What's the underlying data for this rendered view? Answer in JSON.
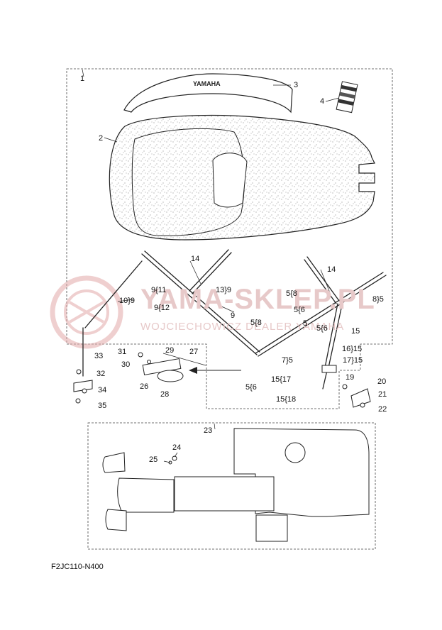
{
  "diagram_code": "F2JC110-N400",
  "logo_text": "YAMAHA",
  "watermark": {
    "site": "YAMA-SKLEP.PL",
    "dealer": "WOJCIECHOWICZ DEALER YAMAHA"
  },
  "labels": {
    "l1": "1",
    "l2": "2",
    "l3": "3",
    "l4": "4",
    "l14a": "14",
    "l14b": "14",
    "l9_11": "9{11",
    "l13_9": "13}9",
    "l9_12": "9{12",
    "l9": "9",
    "l10_9": "10}9",
    "l5_8a": "5{8",
    "l8_5": "8}5",
    "l5_6a": "5{6",
    "l5_8b": "5{8",
    "l5": "5",
    "l5_6b": "5{6",
    "l15": "15",
    "l16_15": "16}15",
    "l17_15": "17}15",
    "l7_5": "7}5",
    "l5_6c": "5{6",
    "l15_17": "15{17",
    "l15_18": "15{18",
    "l19": "19",
    "l20": "20",
    "l21": "21",
    "l22": "22",
    "l23": "23",
    "l24": "24",
    "l25": "25",
    "l26": "26",
    "l27": "27",
    "l28": "28",
    "l29": "29",
    "l30": "30",
    "l31": "31",
    "l32": "32",
    "l33": "33",
    "l34": "34",
    "l35": "35"
  }
}
